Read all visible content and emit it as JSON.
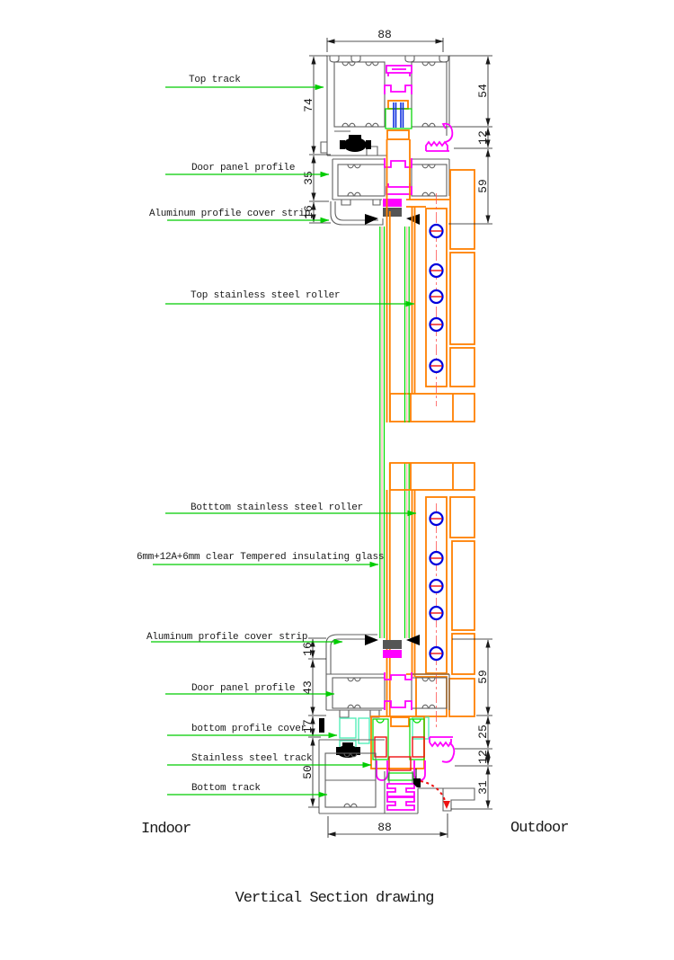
{
  "title": "Vertical Section drawing",
  "area_labels": {
    "indoor": "Indoor",
    "outdoor": "Outdoor"
  },
  "callouts": {
    "top_track": "Top track",
    "door_panel_profile_top": "Door panel profile",
    "aluminum_cover_strip_top": "Aluminum profile cover strip",
    "top_roller": "Top stainless steel roller",
    "bottom_roller": "Botttom stainless steel roller",
    "glass": "6mm+12A+6mm clear Tempered insulating glass",
    "aluminum_cover_strip_bottom": "Aluminum profile cover strip",
    "door_panel_profile_bottom": "Door panel profile",
    "bottom_profile_cover": "bottom profile cover",
    "stainless_steel_track": "Stainless steel track",
    "bottom_track": "Bottom track"
  },
  "dims": {
    "top_width": "88",
    "top_left": [
      "74",
      "35",
      "16"
    ],
    "top_right": [
      "54",
      "12",
      "59"
    ],
    "bottom_left": [
      "16",
      "43",
      "17",
      "50"
    ],
    "bottom_right": [
      "59",
      "25",
      "12",
      "31"
    ],
    "bottom_width": "88"
  },
  "colors": {
    "leader_green": "#00cc00",
    "profile_gray": "#606060",
    "gasket_magenta": "#ff00ff",
    "housing_orange": "#ff8000",
    "roller_bolt_blue": "#0000dd",
    "centerline_red": "#ff5555",
    "detail_red": "#ee1111",
    "cover_cyan": "#55eeb8",
    "dimension_black": "#1a1a1a"
  }
}
